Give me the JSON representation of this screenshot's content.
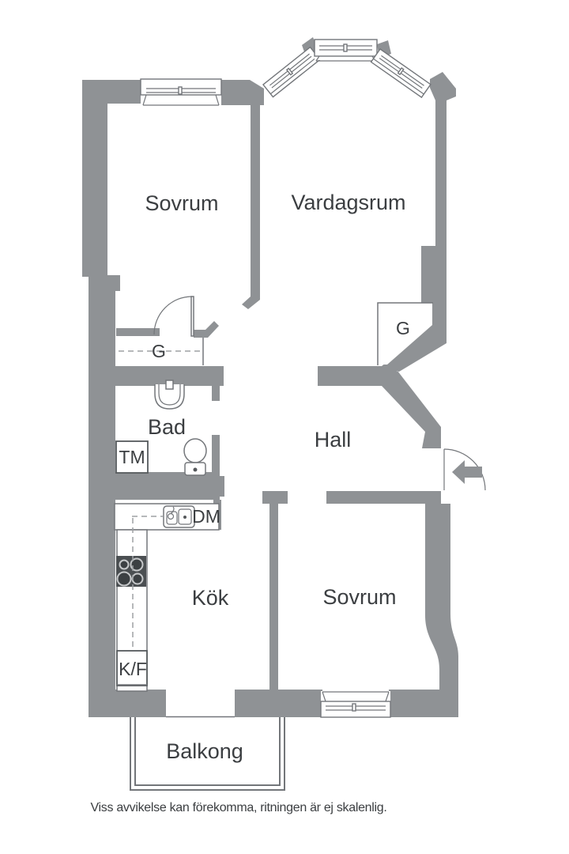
{
  "floorplan": {
    "rooms": {
      "bedroom_top": "Sovrum",
      "living_room": "Vardagsrum",
      "bathroom": "Bad",
      "hall": "Hall",
      "kitchen": "Kök",
      "bedroom_bottom": "Sovrum",
      "balcony": "Balkong"
    },
    "closets": {
      "closet_bedroom": "G",
      "closet_hall": "G"
    },
    "appliances": {
      "washing_machine": "TM",
      "dishwasher": "DM",
      "fridge_freezer": "K/F"
    },
    "disclaimer": "Viss avvikelse kan förekomma, ritningen är ej skalenlig.",
    "colors": {
      "background": "#ffffff",
      "wall": "#8f9295",
      "line": "#73767a",
      "darkline": "#565a5d",
      "dark": "#4b4f52",
      "text": "#3b3e41",
      "dash": "#9ea1a4"
    }
  }
}
